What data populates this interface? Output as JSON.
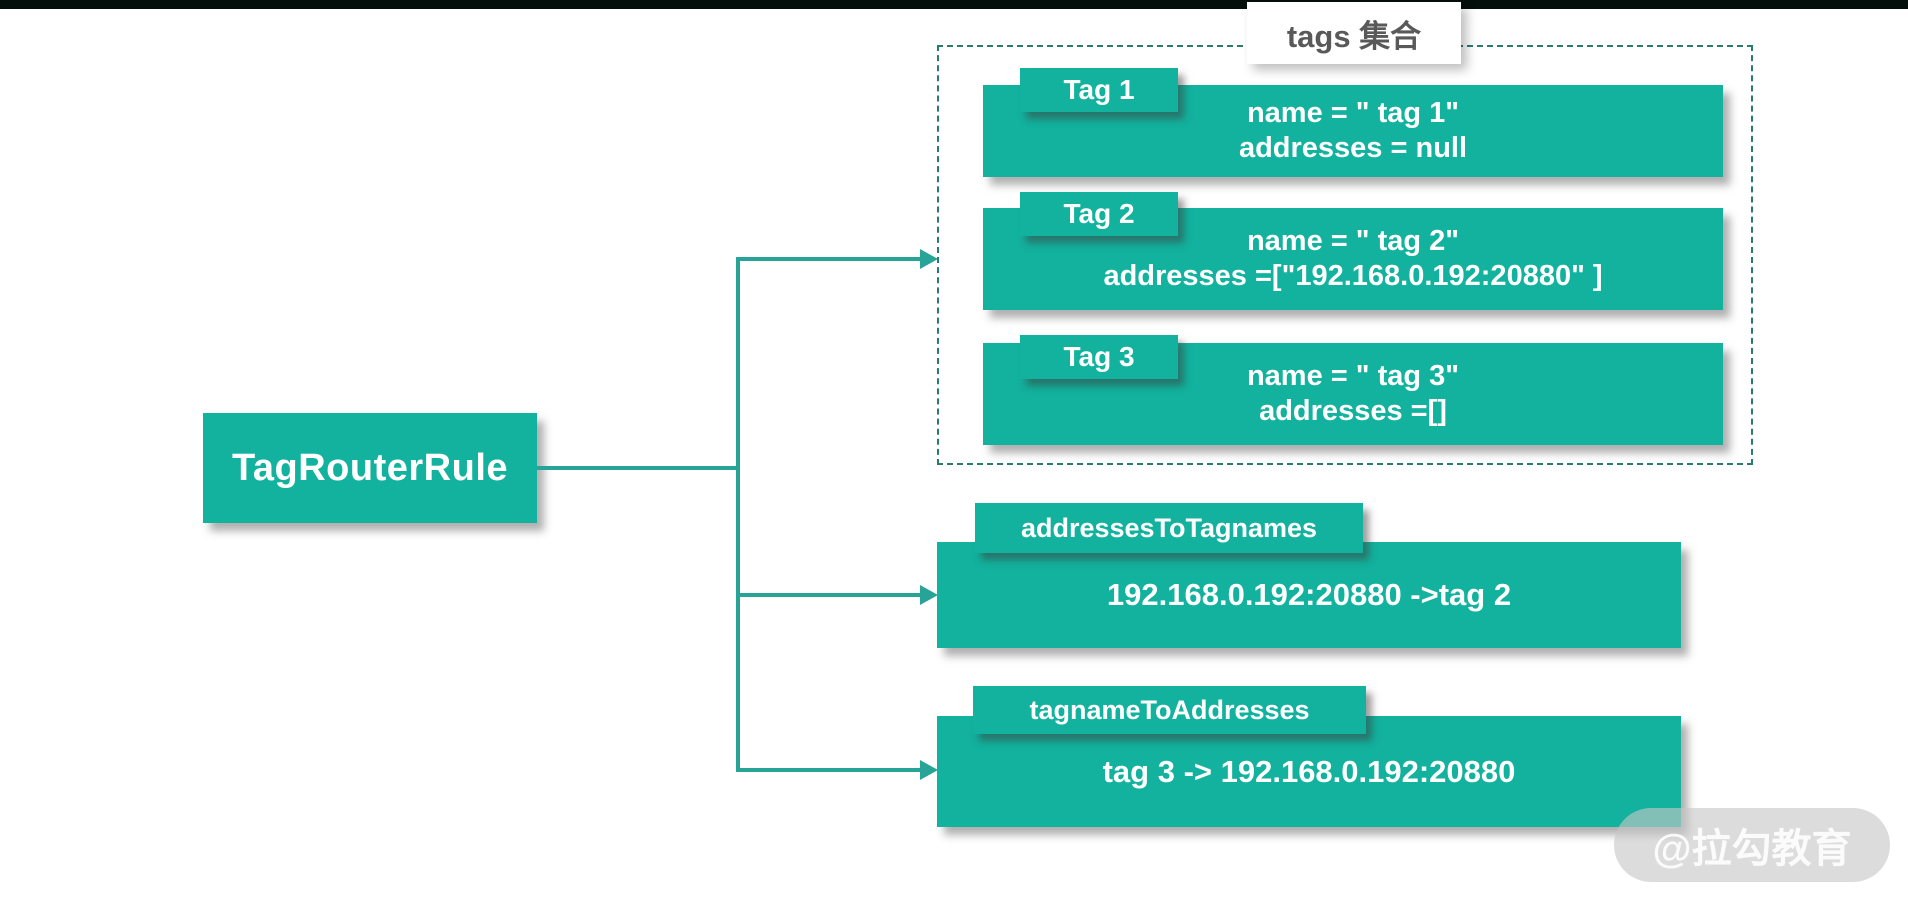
{
  "colors": {
    "box_teal": "#12b29e",
    "connector_teal": "#27a497",
    "dashed_border": "#2a7a70",
    "topbar": "#040f0c",
    "title_text_gray": "#595959"
  },
  "diagram": {
    "root": {
      "label": "TagRouterRule"
    },
    "tags_group": {
      "title": "tags 集合",
      "tags": [
        {
          "label": "Tag 1",
          "line1": "name = \" tag 1\"",
          "line2": "addresses = null"
        },
        {
          "label": "Tag 2",
          "line1": "name = \" tag 2\"",
          "line2": "addresses =[\"192.168.0.192:20880\" ]"
        },
        {
          "label": "Tag 3",
          "line1": "name = \" tag 3\"",
          "line2": "addresses =[]"
        }
      ]
    },
    "maps": [
      {
        "label": "addressesToTagnames",
        "value": "192.168.0.192:20880 ->tag 2"
      },
      {
        "label": "tagnameToAddresses",
        "value": "tag 3 -> 192.168.0.192:20880"
      }
    ],
    "watermark": "@拉勾教育"
  }
}
